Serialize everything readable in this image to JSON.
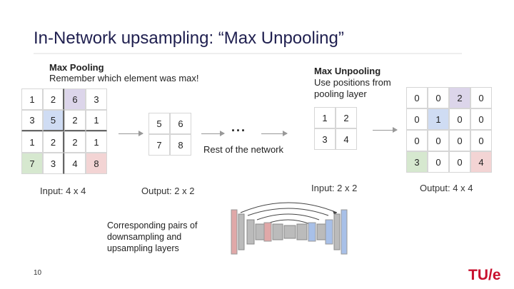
{
  "slide": {
    "title": "In-Network upsampling: “Max Unpooling”",
    "page_number": "10",
    "logo_text": "TU/e"
  },
  "max_pooling": {
    "heading": "Max Pooling",
    "subtitle": "Remember which element was max!",
    "input_grid": [
      [
        "1",
        "2",
        "6",
        "3"
      ],
      [
        "3",
        "5",
        "2",
        "1"
      ],
      [
        "1",
        "2",
        "2",
        "1"
      ],
      [
        "7",
        "3",
        "4",
        "8"
      ]
    ],
    "output_grid": [
      [
        "5",
        "6"
      ],
      [
        "7",
        "8"
      ]
    ],
    "input_caption": "Input: 4 x 4",
    "output_caption": "Output: 2 x 2"
  },
  "middle": {
    "dots": "...",
    "label": "Rest of the network"
  },
  "max_unpooling": {
    "heading": "Max Unpooling",
    "subtitle_lines": [
      "Use positions from",
      "pooling layer"
    ],
    "input_grid": [
      [
        "1",
        "2"
      ],
      [
        "3",
        "4"
      ]
    ],
    "output_grid": [
      [
        "0",
        "0",
        "2",
        "0"
      ],
      [
        "0",
        "1",
        "0",
        "0"
      ],
      [
        "0",
        "0",
        "0",
        "0"
      ],
      [
        "3",
        "0",
        "0",
        "4"
      ]
    ],
    "input_caption": "Input: 2 x 2",
    "output_caption": "Output: 4 x 4"
  },
  "highlight_colors": {
    "purple": "#dcd5ea",
    "blue": "#cfdcf3",
    "green": "#d6e8cf",
    "red": "#f3d4d4"
  },
  "inset": {
    "lines": [
      "Corresponding pairs of",
      "downsampling and",
      "upsampling layers"
    ]
  }
}
